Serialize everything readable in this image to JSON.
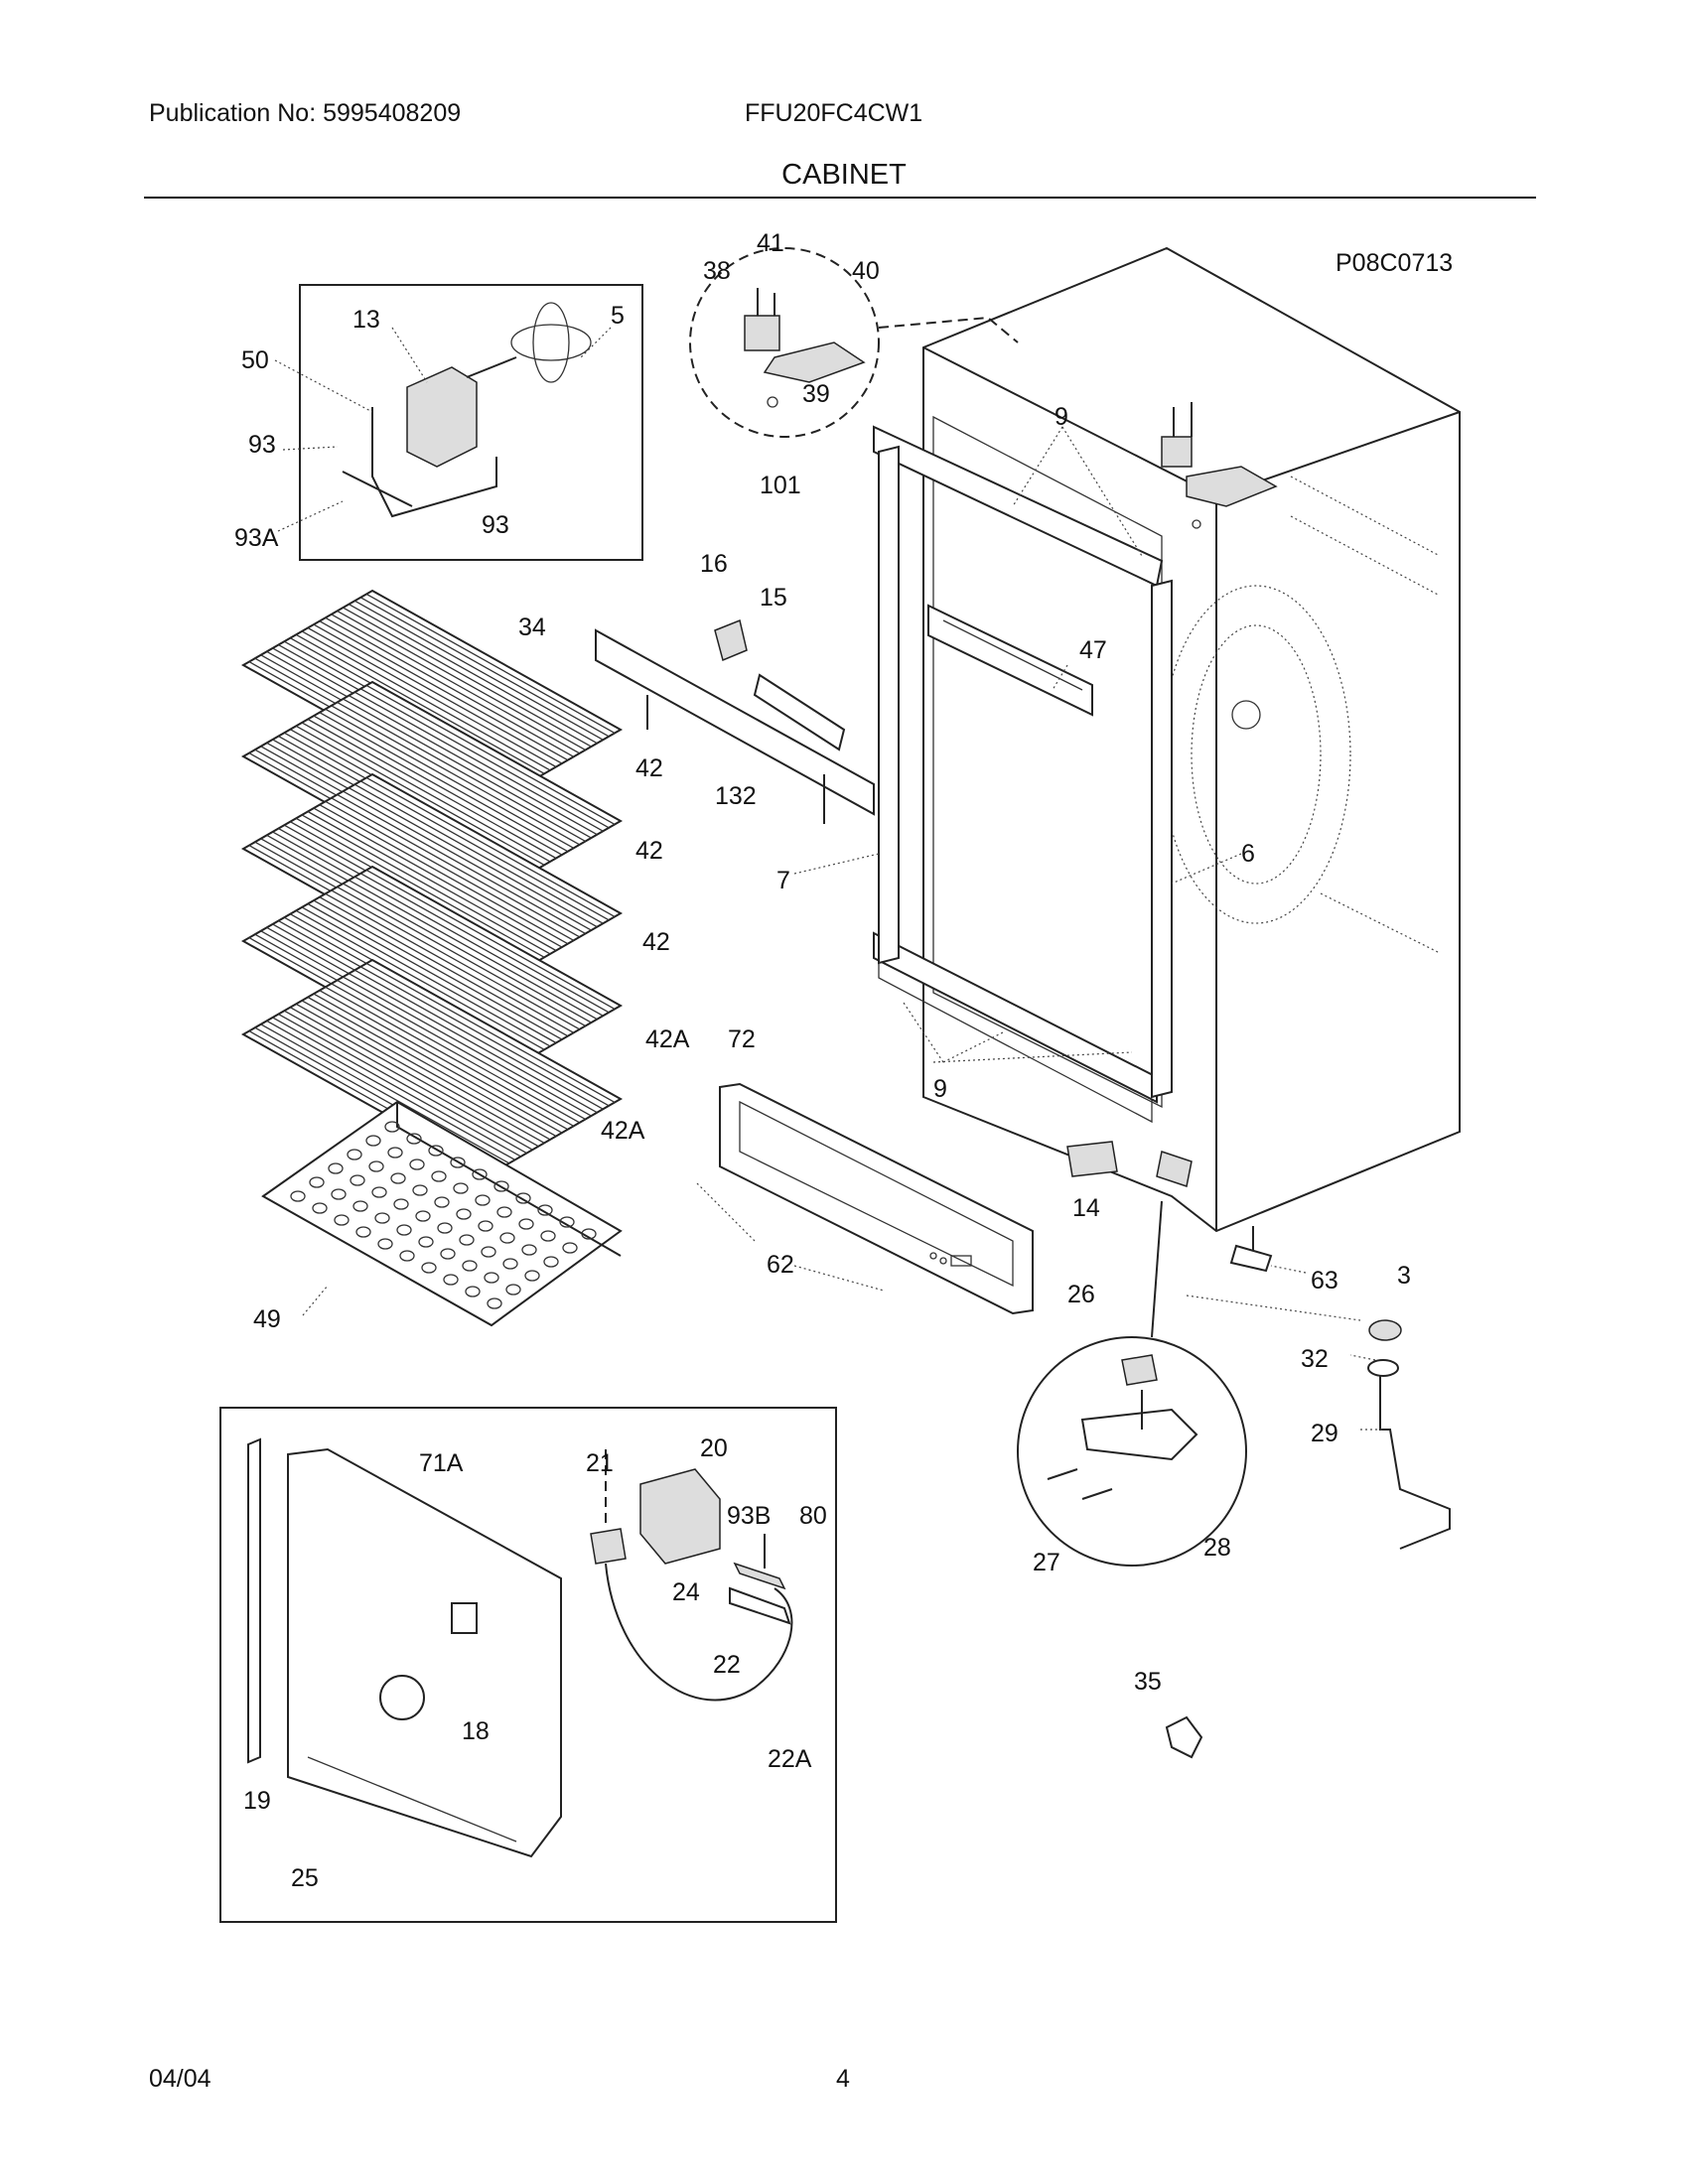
{
  "header": {
    "publication": "Publication No: 5995408209",
    "model": "FFU20FC4CW1",
    "section_title": "CABINET"
  },
  "diagram": {
    "figure_id": "P08C0713",
    "callouts": {
      "c41": "41",
      "c38": "38",
      "c40": "40",
      "c39": "39",
      "c101": "101",
      "c13": "13",
      "c5": "5",
      "c50": "50",
      "c93a": "93",
      "c93b": "93",
      "c93A": "93A",
      "c16": "16",
      "c15": "15",
      "c34": "34",
      "c132": "132",
      "c9a": "9",
      "c9b": "9",
      "c47": "47",
      "c7": "7",
      "c6": "6",
      "c42a": "42",
      "c42b": "42",
      "c42c": "42",
      "c42Aa": "42A",
      "c42Ab": "42A",
      "c49": "49",
      "c72": "72",
      "c62": "62",
      "c14": "14",
      "c63": "63",
      "c3": "3",
      "c32": "32",
      "c29": "29",
      "c26": "26",
      "c27": "27",
      "c28": "28",
      "c35": "35",
      "c71A": "71A",
      "c21": "21",
      "c20": "20",
      "c93B": "93B",
      "c80": "80",
      "c24": "24",
      "c22": "22",
      "c22A": "22A",
      "c18": "18",
      "c19": "19",
      "c25": "25"
    }
  },
  "footer": {
    "date": "04/04",
    "page": "4"
  }
}
